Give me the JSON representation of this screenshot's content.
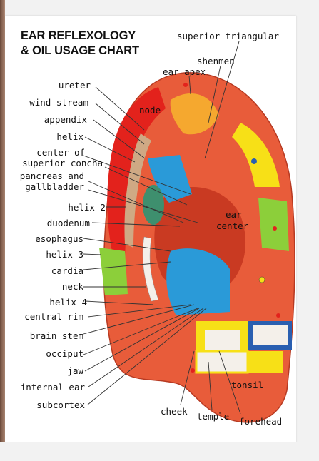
{
  "title": {
    "line1": "EAR REFLEXOLOGY",
    "line2": "& OIL USAGE CHART"
  },
  "labels": {
    "superior_triangular": "superior triangular",
    "shenmen": "shenmen",
    "ear_apex": "ear apex",
    "node": "node",
    "ureter": "ureter",
    "wind_stream": "wind stream",
    "appendix": "appendix",
    "helix": "helix",
    "center_of": "center of",
    "superior_concha": "superior concha",
    "pancreas_and": "pancreas and",
    "gallbladder": "gallbladder",
    "helix_2": "helix 2",
    "duodenum": "duodenum",
    "esophagus": "esophagus",
    "helix_3": "helix 3",
    "cardia": "cardia",
    "neck": "neck",
    "helix_4": "helix 4",
    "central_rim": "central rim",
    "brain_stem": "brain stem",
    "occiput": "occiput",
    "jaw": "jaw",
    "internal_ear": "internal ear",
    "subcortex": "subcortex",
    "cheek": "cheek",
    "temple": "temple",
    "forehead": "forehead",
    "tonsil": "tonsil",
    "ear": "ear",
    "center": "center"
  },
  "colors": {
    "skin": "#e85c3a",
    "red": "#e3221c",
    "yellow": "#f7e017",
    "blue": "#2a9ad8",
    "green": "#8ccf3a",
    "white": "#f4f0ea"
  }
}
